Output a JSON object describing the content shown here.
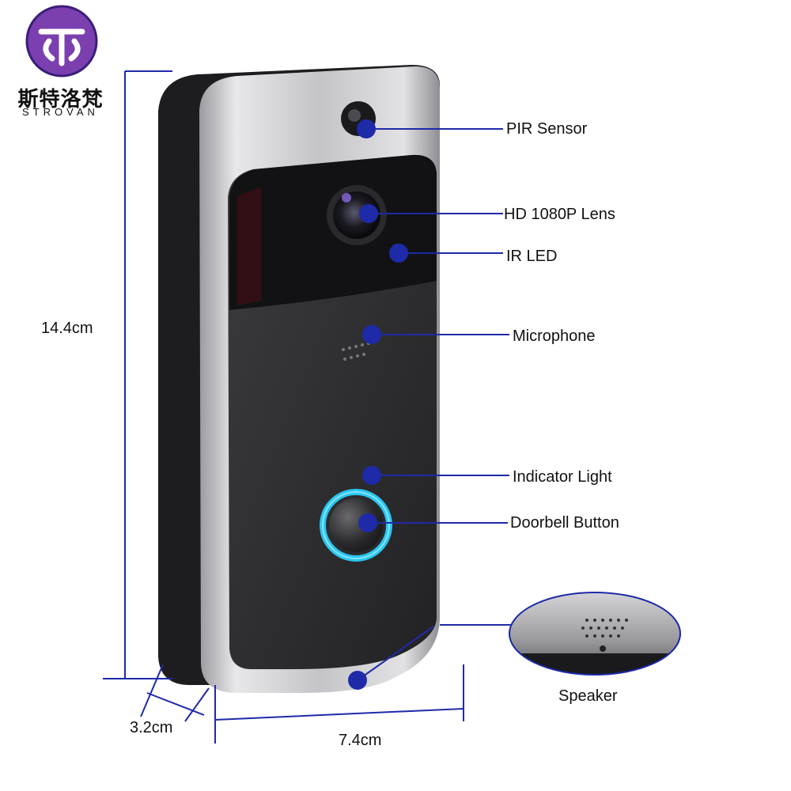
{
  "brand": {
    "name_cn": "斯特洛梵",
    "name_en": "STROVAN"
  },
  "callouts": {
    "pir_sensor": "PIR Sensor",
    "lens": "HD 1080P Lens",
    "ir_led": "IR LED",
    "microphone": "Microphone",
    "indicator_light": "Indicator Light",
    "doorbell_button": "Doorbell Button",
    "speaker": "Speaker"
  },
  "dimensions": {
    "height": "14.4cm",
    "depth": "3.2cm",
    "width": "7.4cm"
  },
  "colors": {
    "accent_blue": "#1e2aa8",
    "ring_cyan": "#29c7f0",
    "body_dark": "#2b2b2d",
    "frame_silver": "#c9c9cc"
  }
}
